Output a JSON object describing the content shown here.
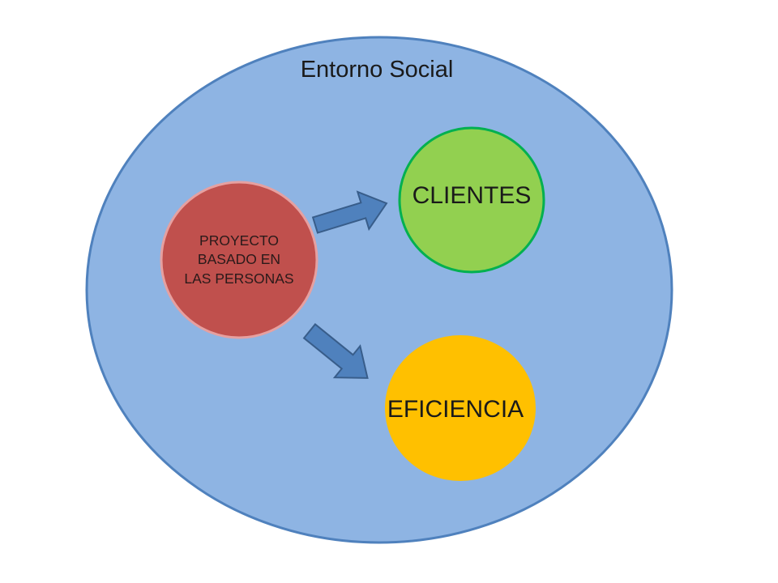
{
  "diagram": {
    "title": "Entorno Social",
    "center_node": "PROYECTO\nBASADO EN\nLAS PERSONAS",
    "nodes": [
      {
        "label": "CLIENTES",
        "color": "#92d050"
      },
      {
        "label": "EFICIENCIA",
        "color": "#ffc000"
      }
    ],
    "colors": {
      "outer": "#8eb4e3",
      "outer_border": "#4f81bd",
      "center": "#c0504d",
      "center_border": "#e6a0a0",
      "clientes_border": "#00b050",
      "arrow": "#4f81bd",
      "arrow_border": "#385d8a"
    }
  }
}
